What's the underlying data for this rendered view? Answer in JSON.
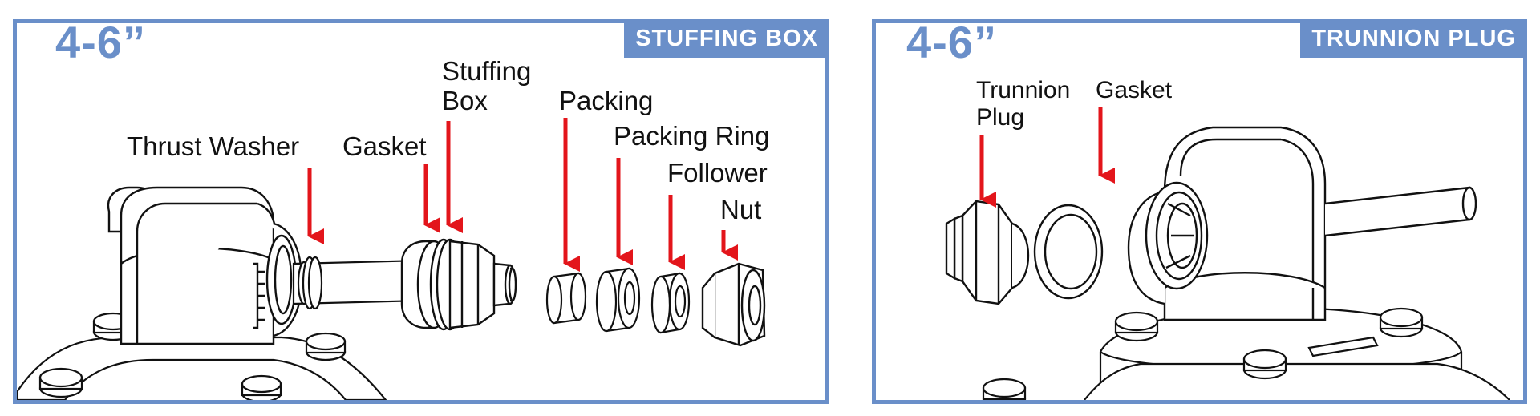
{
  "panels": {
    "left": {
      "size": "4-6”",
      "title": "STUFFING BOX",
      "labels": {
        "thrust_washer": "Thrust Washer",
        "gasket": "Gasket",
        "stuffing_box_1": "Stuffing",
        "stuffing_box_2": "Box",
        "packing": "Packing",
        "packing_ring": "Packing Ring",
        "follower": "Follower",
        "nut": "Nut"
      }
    },
    "right": {
      "size": "4-6”",
      "title": "TRUNNION PLUG",
      "labels": {
        "trunnion_plug_1": "Trunnion",
        "trunnion_plug_2": "Plug",
        "gasket": "Gasket"
      }
    }
  },
  "colors": {
    "frame": "#6a8fc9",
    "arrow": "#e3151b",
    "ink": "#111111"
  }
}
